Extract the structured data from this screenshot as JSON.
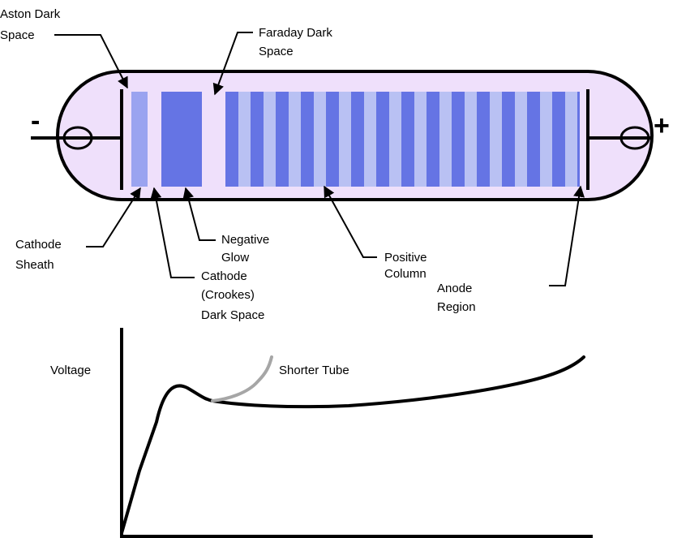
{
  "colors": {
    "tube_fill": "#efe0fb",
    "bright": "#6574e4",
    "light": "#b9c1f3",
    "sheath": "#9aa3f0",
    "stroke": "#000000",
    "shorter_curve": "#a6a6a6"
  },
  "electrodes": {
    "cathode_sign": "-",
    "anode_sign": "+"
  },
  "labels": {
    "aston_1": "Aston Dark",
    "aston_2": "Space",
    "faraday_1": "Faraday Dark",
    "faraday_2": "Space",
    "cathode_sheath_1": "Cathode",
    "cathode_sheath_2": "Sheath",
    "negative_glow_1": "Negative",
    "negative_glow_2": "Glow",
    "crookes_1": "Cathode",
    "crookes_2": "(Crookes)",
    "crookes_3": "Dark Space",
    "positive_column_1": "Positive",
    "positive_column_2": "Column",
    "anode_1": "Anode",
    "anode_2": "Region"
  },
  "graph": {
    "ylabel": "Voltage",
    "shorter_tube_label": "Shorter Tube"
  }
}
